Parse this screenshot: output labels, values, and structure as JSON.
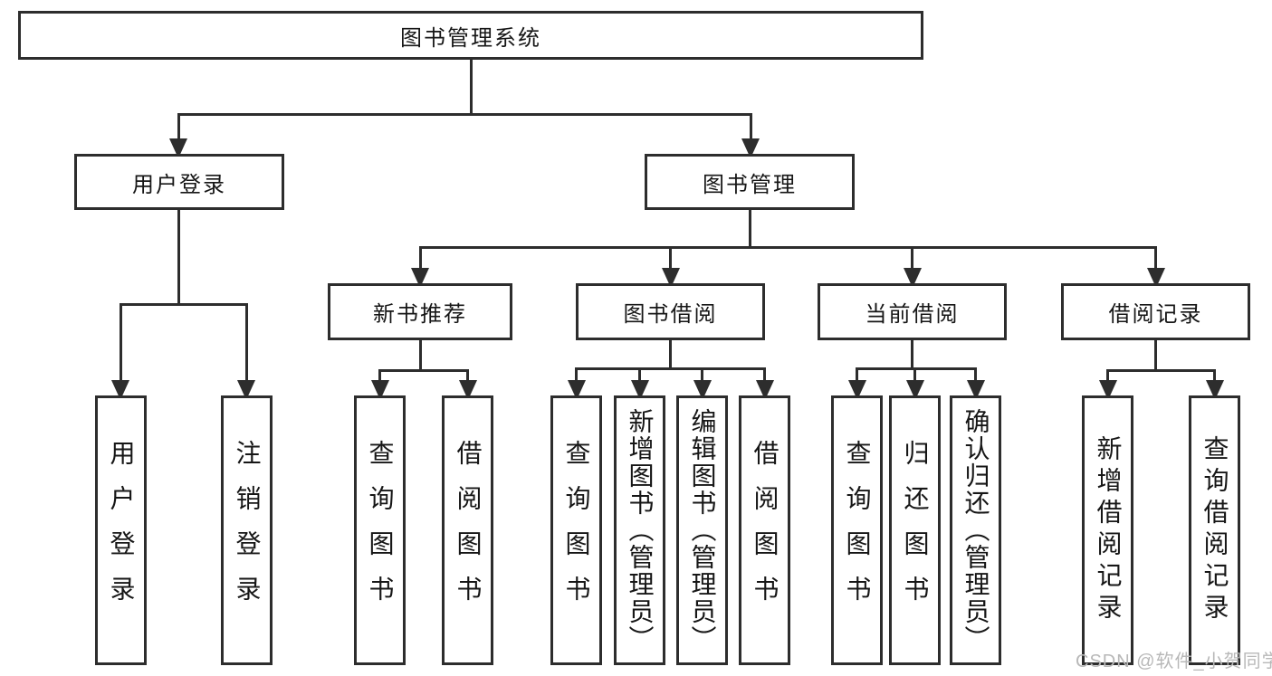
{
  "diagram": {
    "type": "hierarchy-tree",
    "root": {
      "label": "图书管理系统"
    },
    "level2": [
      {
        "label": "用户登录"
      },
      {
        "label": "图书管理"
      }
    ],
    "level3": [
      {
        "label": "新书推荐"
      },
      {
        "label": "图书借阅"
      },
      {
        "label": "当前借阅"
      },
      {
        "label": "借阅记录"
      }
    ],
    "leaves": [
      {
        "label": "用户登录"
      },
      {
        "label": "注销登录"
      },
      {
        "label": "查询图书"
      },
      {
        "label": "借阅图书"
      },
      {
        "label": "查询图书"
      },
      {
        "label": "新增图书（管理员）"
      },
      {
        "label": "编辑图书（管理员）"
      },
      {
        "label": "借阅图书"
      },
      {
        "label": "查询图书"
      },
      {
        "label": "归还图书"
      },
      {
        "label": "确认归还（管理员）"
      },
      {
        "label": "新增借阅记录"
      },
      {
        "label": "查询借阅记录"
      }
    ],
    "edges": [
      {
        "from": "图书管理系统",
        "to": [
          "用户登录",
          "图书管理"
        ]
      },
      {
        "from": "用户登录",
        "to": [
          "用户登录",
          "注销登录"
        ]
      },
      {
        "from": "图书管理",
        "to": [
          "新书推荐",
          "图书借阅",
          "当前借阅",
          "借阅记录"
        ]
      },
      {
        "from": "新书推荐",
        "to": [
          "查询图书",
          "借阅图书"
        ]
      },
      {
        "from": "图书借阅",
        "to": [
          "查询图书",
          "新增图书（管理员）",
          "编辑图书（管理员）",
          "借阅图书"
        ]
      },
      {
        "from": "当前借阅",
        "to": [
          "查询图书",
          "归还图书",
          "确认归还（管理员）"
        ]
      },
      {
        "from": "借阅记录",
        "to": [
          "新增借阅记录",
          "查询借阅记录"
        ]
      }
    ]
  },
  "watermark": {
    "text": "CSDN @软件_小贺同学",
    "color": "#b8b8b8"
  },
  "colors": {
    "background": "#ffffff",
    "box_border": "#2d2d2d",
    "line": "#2d2d2d",
    "text": "#161616"
  }
}
